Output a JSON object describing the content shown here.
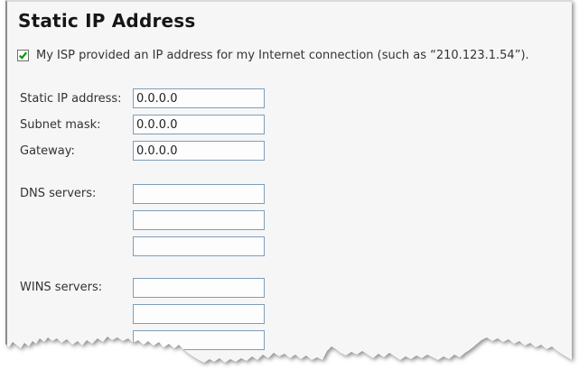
{
  "page": {
    "title": "Static IP Address"
  },
  "checkbox": {
    "checked": true,
    "label": "My ISP provided an IP address for my Internet connection (such as “210.123.1.54”)."
  },
  "fields": [
    {
      "label": "Static IP address:",
      "value": "0.0.0.0"
    },
    {
      "label": "Subnet mask:",
      "value": "0.0.0.0"
    },
    {
      "label": "Gateway:",
      "value": "0.0.0.0"
    }
  ],
  "groups": [
    {
      "label": "DNS servers:",
      "values": [
        "",
        "",
        ""
      ]
    },
    {
      "label": "WINS servers:",
      "values": [
        "",
        "",
        ""
      ]
    }
  ],
  "icons": {
    "checkbox_check": "✓"
  },
  "colors": {
    "paper_bg": "#f6f6f6",
    "left_border": "#8d8d8d",
    "top_border": "#dadada",
    "input_border": "#7f9db9",
    "check_green": "#009b00",
    "text": "#333333"
  }
}
